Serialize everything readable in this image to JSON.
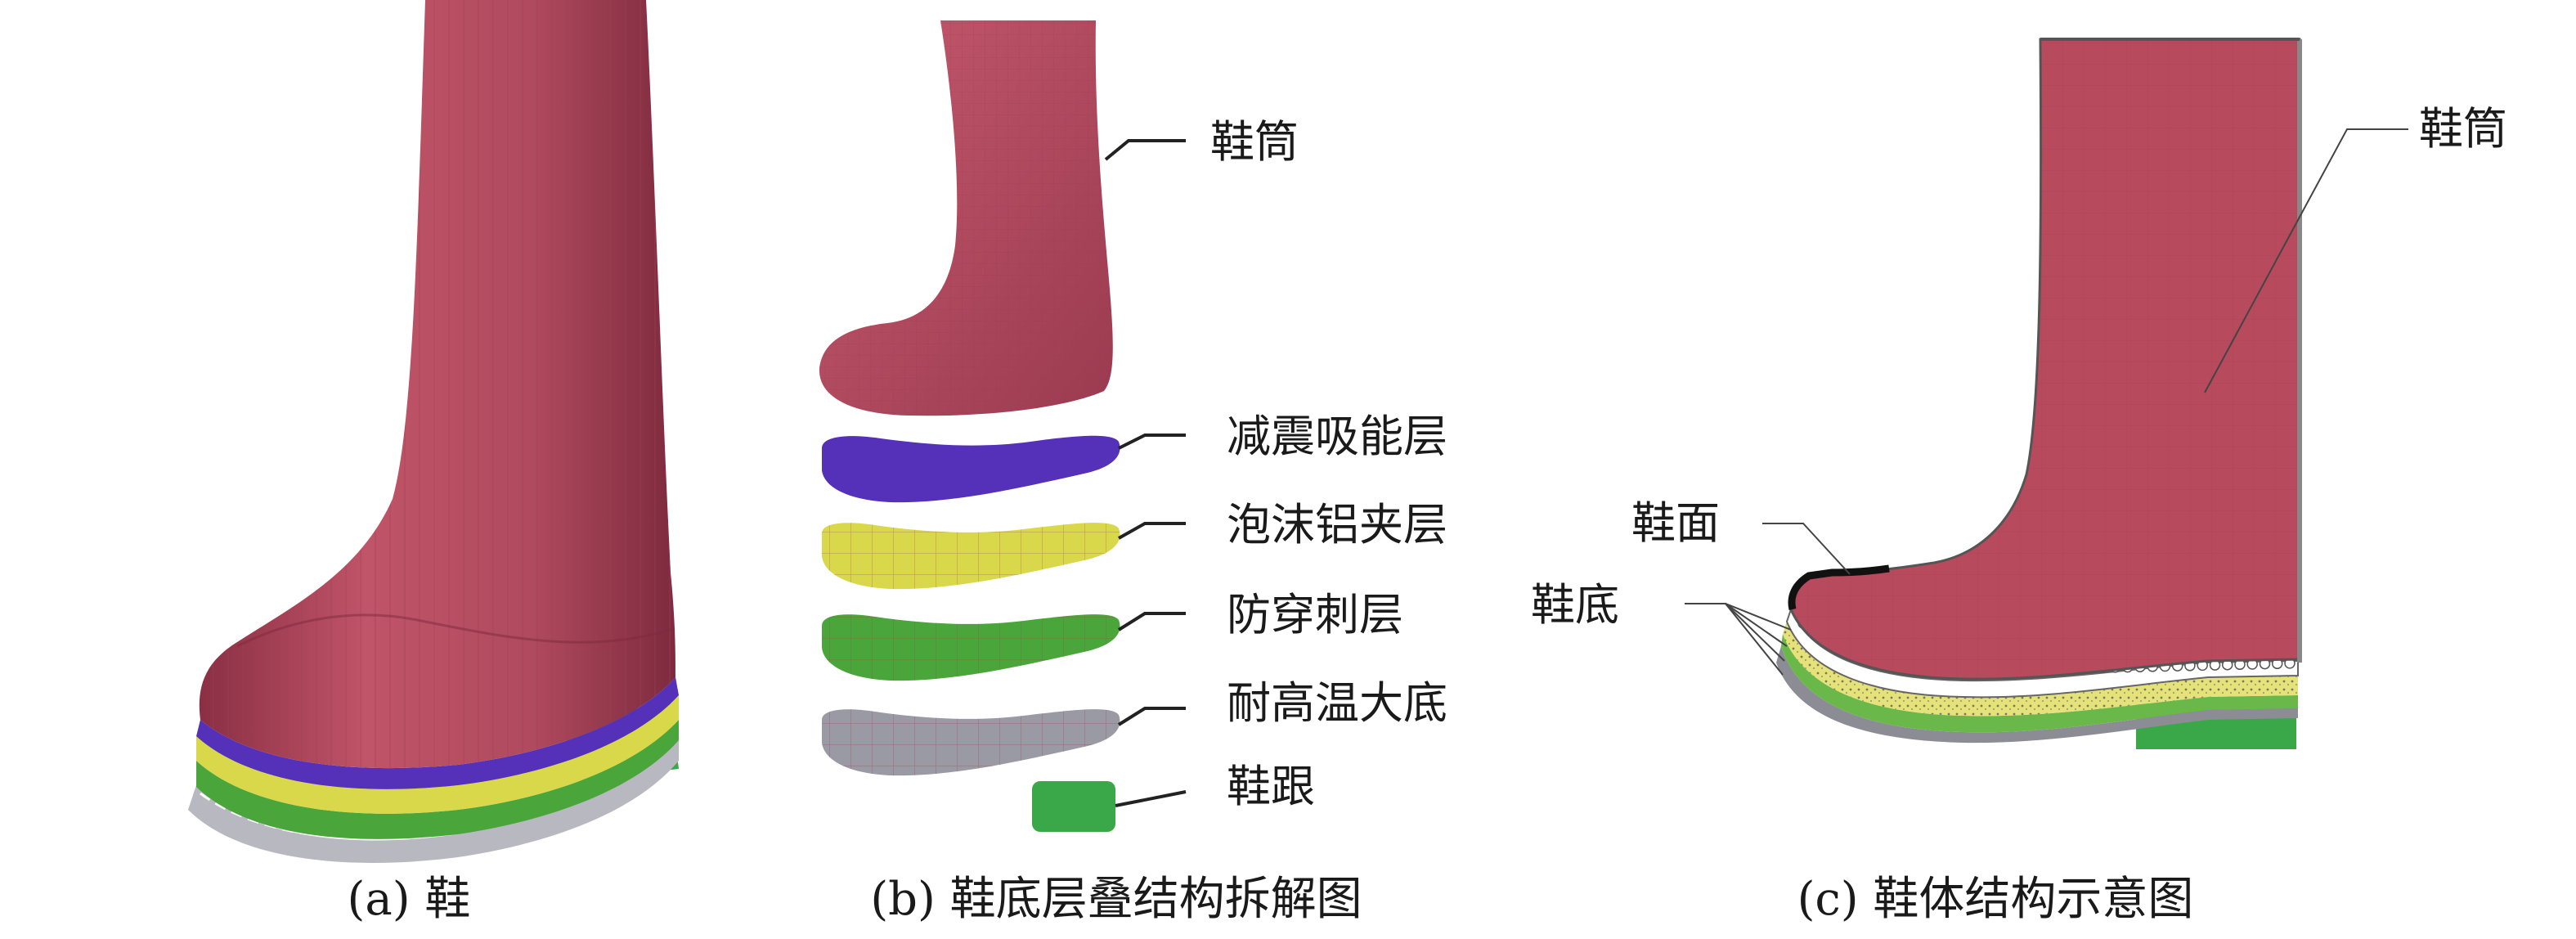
{
  "panels": {
    "a": {
      "caption": "(a) 鞋"
    },
    "b": {
      "caption": "(b) 鞋底层叠结构拆解图",
      "labels": {
        "upper": "鞋筒",
        "shock": "减震吸能层",
        "foam": "泡沫铝夹层",
        "pierce": "防穿刺层",
        "outsole": "耐高温大底",
        "heel": "鞋跟"
      }
    },
    "c": {
      "caption": "(c) 鞋体结构示意图",
      "labels": {
        "upper": "鞋筒",
        "vamp": "鞋面",
        "sole": "鞋底"
      }
    }
  },
  "colors": {
    "upper": "#b84a5e",
    "upper_dark": "#8e3346",
    "shock": "#5530b8",
    "foam": "#d8d84a",
    "pierce": "#4aa63a",
    "outsole": "#9a9aa4",
    "heel": "#3aa848"
  }
}
